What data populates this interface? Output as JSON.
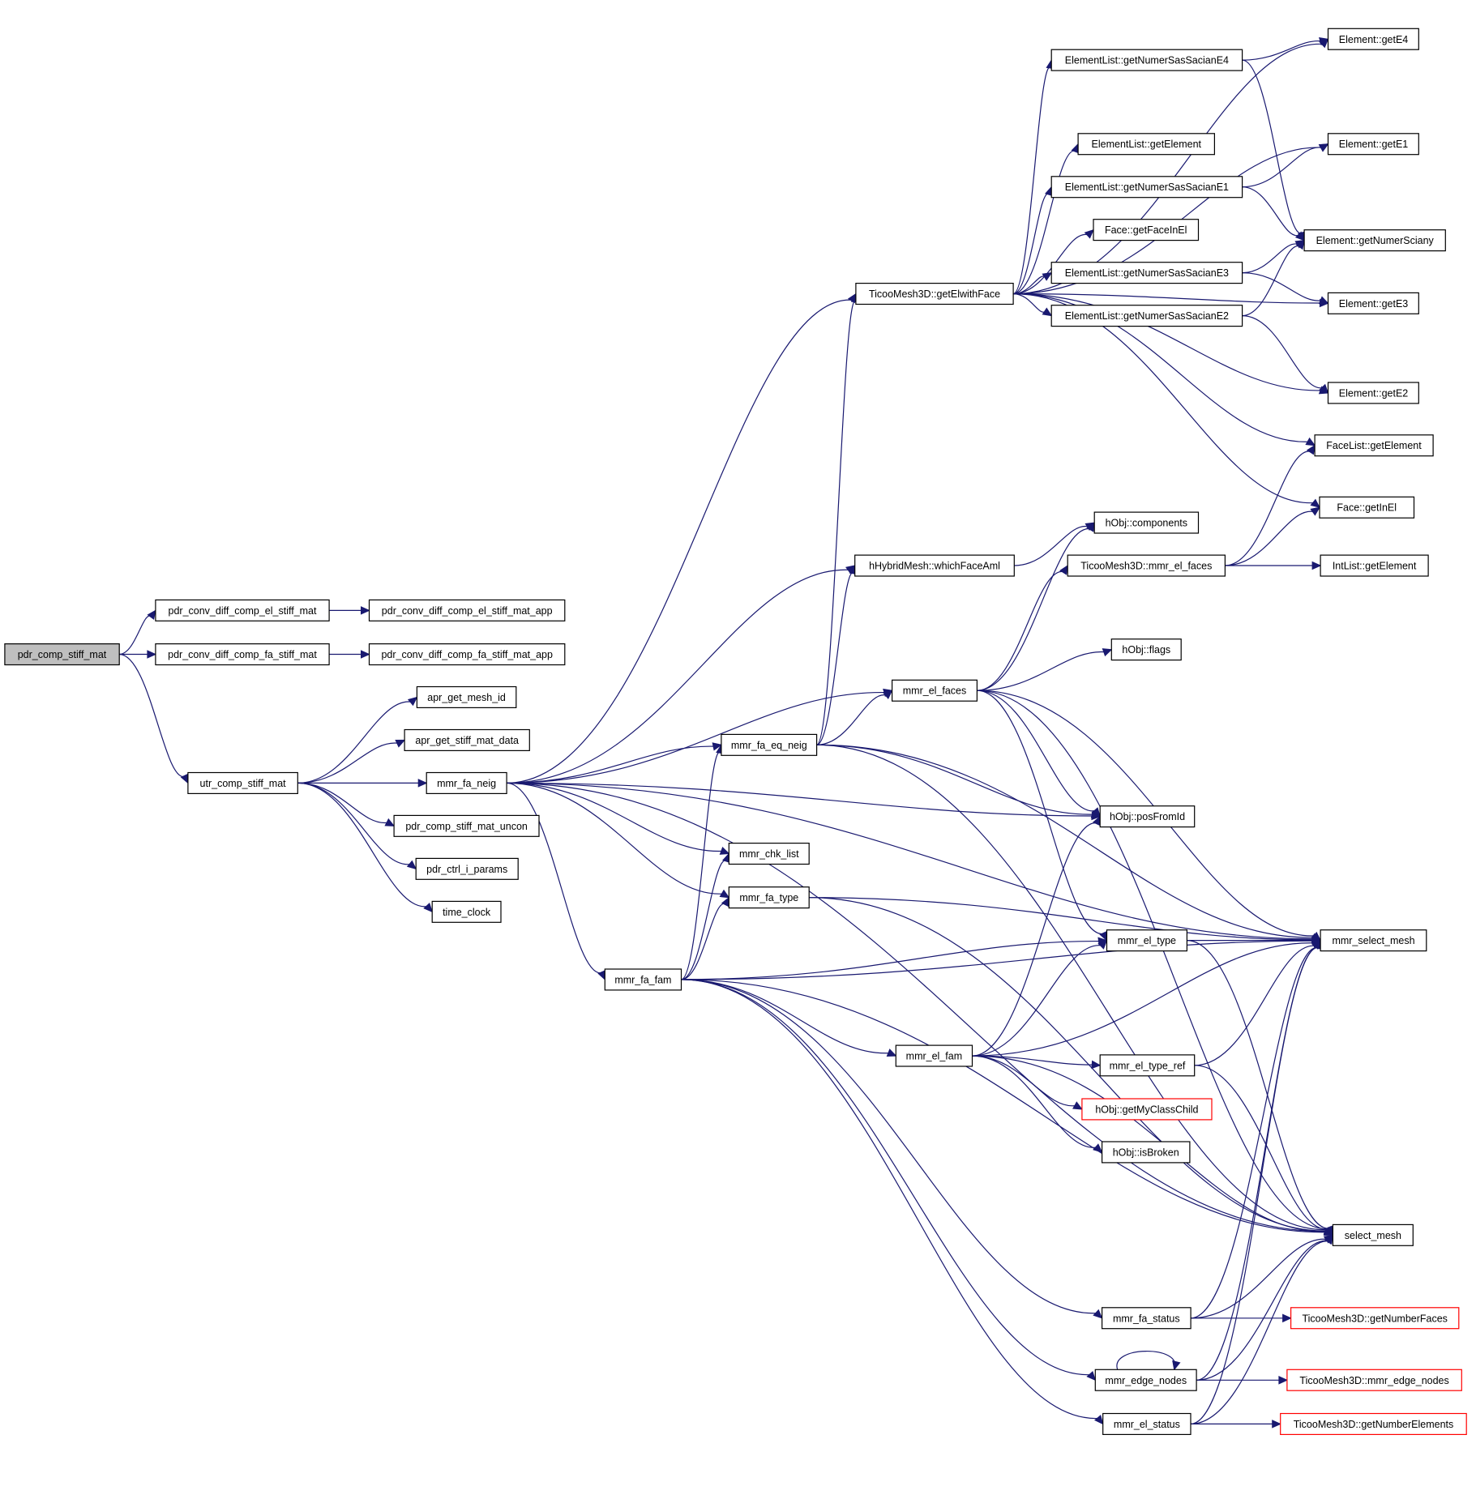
{
  "graph": {
    "edge_color": "#191970",
    "root_fill": "#bfbfbf",
    "missing_border_color": "#ff0000",
    "nodes": [
      {
        "id": "root",
        "label": "pdr_comp_stiff_mat",
        "style": "root"
      },
      {
        "id": "pcd_el",
        "label": "pdr_conv_diff_comp_el_stiff_mat"
      },
      {
        "id": "pcd_el_app",
        "label": "pdr_conv_diff_comp_el_stiff_mat_app"
      },
      {
        "id": "pcd_fa",
        "label": "pdr_conv_diff_comp_fa_stiff_mat"
      },
      {
        "id": "pcd_fa_app",
        "label": "pdr_conv_diff_comp_fa_stiff_mat_app"
      },
      {
        "id": "utr",
        "label": "utr_comp_stiff_mat"
      },
      {
        "id": "apr_mesh",
        "label": "apr_get_mesh_id"
      },
      {
        "id": "apr_data",
        "label": "apr_get_stiff_mat_data"
      },
      {
        "id": "fa_neig",
        "label": "mmr_fa_neig"
      },
      {
        "id": "uncon",
        "label": "pdr_comp_stiff_mat_uncon"
      },
      {
        "id": "ctrl",
        "label": "pdr_ctrl_i_params"
      },
      {
        "id": "clock",
        "label": "time_clock"
      },
      {
        "id": "elwf",
        "label": "TicooMesh3D::getElwithFace"
      },
      {
        "id": "whf",
        "label": "hHybridMesh::whichFaceAml"
      },
      {
        "id": "eq_neig",
        "label": "mmr_fa_eq_neig"
      },
      {
        "id": "chk",
        "label": "mmr_chk_list"
      },
      {
        "id": "fa_type",
        "label": "mmr_fa_type"
      },
      {
        "id": "fa_fam",
        "label": "mmr_fa_fam"
      },
      {
        "id": "el_faces",
        "label": "mmr_el_faces"
      },
      {
        "id": "el_fam",
        "label": "mmr_el_fam"
      },
      {
        "id": "sE4",
        "label": "ElementList::getNumerSasSacianE4"
      },
      {
        "id": "getEl",
        "label": "ElementList::getElement"
      },
      {
        "id": "sE1",
        "label": "ElementList::getNumerSasSacianE1"
      },
      {
        "id": "faceInEl",
        "label": "Face::getFaceInEl"
      },
      {
        "id": "sE3",
        "label": "ElementList::getNumerSasSacianE3"
      },
      {
        "id": "sE2",
        "label": "ElementList::getNumerSasSacianE2"
      },
      {
        "id": "comp",
        "label": "hObj::components"
      },
      {
        "id": "tmef",
        "label": "TicooMesh3D::mmr_el_faces"
      },
      {
        "id": "flags",
        "label": "hObj::flags"
      },
      {
        "id": "posId",
        "label": "hObj::posFromId"
      },
      {
        "id": "el_type",
        "label": "mmr_el_type"
      },
      {
        "id": "el_type_ref",
        "label": "mmr_el_type_ref"
      },
      {
        "id": "myClass",
        "label": "hObj::getMyClassChild",
        "style": "red"
      },
      {
        "id": "broken",
        "label": "hObj::isBroken"
      },
      {
        "id": "fa_status",
        "label": "mmr_fa_status"
      },
      {
        "id": "edge_nodes",
        "label": "mmr_edge_nodes"
      },
      {
        "id": "el_status",
        "label": "mmr_el_status"
      },
      {
        "id": "E4",
        "label": "Element::getE4"
      },
      {
        "id": "E1",
        "label": "Element::getE1"
      },
      {
        "id": "sciany",
        "label": "Element::getNumerSciany"
      },
      {
        "id": "E3",
        "label": "Element::getE3"
      },
      {
        "id": "E2",
        "label": "Element::getE2"
      },
      {
        "id": "flEl",
        "label": "FaceList::getElement"
      },
      {
        "id": "inEl",
        "label": "Face::getInEl"
      },
      {
        "id": "ilEl",
        "label": "IntList::getElement"
      },
      {
        "id": "sel",
        "label": "mmr_select_mesh"
      },
      {
        "id": "selm",
        "label": "select_mesh"
      },
      {
        "id": "nFaces",
        "label": "TicooMesh3D::getNumberFaces",
        "style": "red"
      },
      {
        "id": "edgeN",
        "label": "TicooMesh3D::mmr_edge_nodes",
        "style": "red"
      },
      {
        "id": "nEls",
        "label": "TicooMesh3D::getNumberElements",
        "style": "red"
      }
    ],
    "edges": [
      [
        "root",
        "pcd_el"
      ],
      [
        "root",
        "pcd_fa"
      ],
      [
        "root",
        "utr"
      ],
      [
        "pcd_el",
        "pcd_el_app"
      ],
      [
        "pcd_fa",
        "pcd_fa_app"
      ],
      [
        "utr",
        "apr_mesh"
      ],
      [
        "utr",
        "apr_data"
      ],
      [
        "utr",
        "fa_neig"
      ],
      [
        "utr",
        "uncon"
      ],
      [
        "utr",
        "ctrl"
      ],
      [
        "utr",
        "clock"
      ],
      [
        "fa_neig",
        "elwf"
      ],
      [
        "fa_neig",
        "whf"
      ],
      [
        "fa_neig",
        "sel"
      ],
      [
        "fa_neig",
        "el_faces"
      ],
      [
        "fa_neig",
        "eq_neig"
      ],
      [
        "fa_neig",
        "posId"
      ],
      [
        "fa_neig",
        "chk"
      ],
      [
        "fa_neig",
        "fa_type"
      ],
      [
        "fa_neig",
        "fa_fam"
      ],
      [
        "fa_neig",
        "selm"
      ],
      [
        "elwf",
        "E4"
      ],
      [
        "elwf",
        "sE4"
      ],
      [
        "elwf",
        "E1"
      ],
      [
        "elwf",
        "getEl"
      ],
      [
        "elwf",
        "sE1"
      ],
      [
        "elwf",
        "faceInEl"
      ],
      [
        "elwf",
        "sE3"
      ],
      [
        "elwf",
        "sE2"
      ],
      [
        "elwf",
        "E3"
      ],
      [
        "elwf",
        "E2"
      ],
      [
        "elwf",
        "flEl"
      ],
      [
        "elwf",
        "inEl"
      ],
      [
        "sE4",
        "E4"
      ],
      [
        "sE4",
        "sciany"
      ],
      [
        "sE1",
        "E1"
      ],
      [
        "sE1",
        "sciany"
      ],
      [
        "sE3",
        "sciany"
      ],
      [
        "sE3",
        "E3"
      ],
      [
        "sE2",
        "sciany"
      ],
      [
        "sE2",
        "E2"
      ],
      [
        "whf",
        "comp"
      ],
      [
        "eq_neig",
        "elwf"
      ],
      [
        "eq_neig",
        "whf"
      ],
      [
        "eq_neig",
        "el_faces"
      ],
      [
        "eq_neig",
        "sel"
      ],
      [
        "eq_neig",
        "posId"
      ],
      [
        "eq_neig",
        "selm"
      ],
      [
        "el_faces",
        "comp"
      ],
      [
        "el_faces",
        "tmef"
      ],
      [
        "el_faces",
        "flags"
      ],
      [
        "el_faces",
        "sel"
      ],
      [
        "el_faces",
        "posId"
      ],
      [
        "el_faces",
        "el_type"
      ],
      [
        "el_faces",
        "selm"
      ],
      [
        "tmef",
        "flEl"
      ],
      [
        "tmef",
        "inEl"
      ],
      [
        "tmef",
        "ilEl"
      ],
      [
        "fa_type",
        "sel"
      ],
      [
        "fa_type",
        "selm"
      ],
      [
        "fa_fam",
        "eq_neig"
      ],
      [
        "fa_fam",
        "chk"
      ],
      [
        "fa_fam",
        "fa_type"
      ],
      [
        "fa_fam",
        "sel"
      ],
      [
        "fa_fam",
        "el_type"
      ],
      [
        "fa_fam",
        "el_fam"
      ],
      [
        "fa_fam",
        "selm"
      ],
      [
        "fa_fam",
        "fa_status"
      ],
      [
        "fa_fam",
        "edge_nodes"
      ],
      [
        "fa_fam",
        "el_status"
      ],
      [
        "el_type",
        "sel"
      ],
      [
        "el_type",
        "selm"
      ],
      [
        "el_fam",
        "posId"
      ],
      [
        "el_fam",
        "el_type"
      ],
      [
        "el_fam",
        "sel"
      ],
      [
        "el_fam",
        "el_type_ref"
      ],
      [
        "el_fam",
        "myClass"
      ],
      [
        "el_fam",
        "broken"
      ],
      [
        "el_fam",
        "selm"
      ],
      [
        "el_type_ref",
        "sel"
      ],
      [
        "el_type_ref",
        "selm"
      ],
      [
        "fa_status",
        "sel"
      ],
      [
        "fa_status",
        "selm"
      ],
      [
        "fa_status",
        "nFaces"
      ],
      [
        "edge_nodes",
        "edge_nodes"
      ],
      [
        "edge_nodes",
        "sel"
      ],
      [
        "edge_nodes",
        "selm"
      ],
      [
        "edge_nodes",
        "edgeN"
      ],
      [
        "el_status",
        "sel"
      ],
      [
        "el_status",
        "selm"
      ],
      [
        "el_status",
        "nEls"
      ]
    ]
  }
}
